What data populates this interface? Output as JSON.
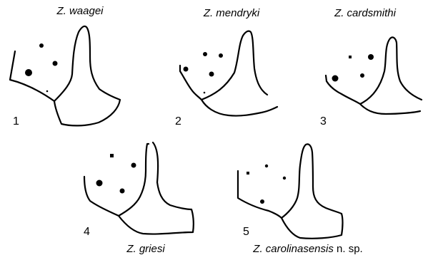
{
  "colors": {
    "background": "#ffffff",
    "ink": "#000000"
  },
  "panels": [
    {
      "number": "1",
      "species": "Z. waagei",
      "suffix": ""
    },
    {
      "number": "2",
      "species": "Z. mendryki",
      "suffix": ""
    },
    {
      "number": "3",
      "species": "Z. cardsmithi",
      "suffix": ""
    },
    {
      "number": "4",
      "species": "Z. griesi",
      "suffix": ""
    },
    {
      "number": "5",
      "species": "Z. carolinasensis",
      "suffix": " n. sp."
    }
  ]
}
